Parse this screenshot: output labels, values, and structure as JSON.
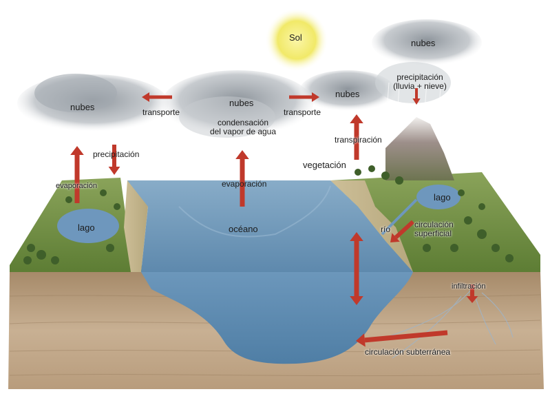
{
  "labels": {
    "sun": "Sol",
    "clouds_left": "nubes",
    "clouds_center": "nubes",
    "clouds_right": "nubes",
    "clouds_top_right": "nubes",
    "transport_left": "transporte",
    "transport_right": "transporte",
    "condensation_line1": "condensación",
    "condensation_line2": "del vapor de agua",
    "precipitation_left": "precipitación",
    "precipitation_right_line1": "precipitación",
    "precipitation_right_line2": "(lluvia + nieve)",
    "transpiration": "transpiración",
    "vegetation": "vegetación",
    "evaporation_left": "evaporación",
    "evaporation_center": "evaporación",
    "lake_left": "lago",
    "lake_right": "lago",
    "ocean": "océano",
    "river": "río",
    "surface_circulation_line1": "circulación",
    "surface_circulation_line2": "superficial",
    "infiltration": "infiltración",
    "groundwater_circulation": "circulación subterránea"
  },
  "colors": {
    "arrow": "#c0392b",
    "sun": "#f2ec6a",
    "ocean": "#6f9bbd",
    "land_green": "#6b8f3e",
    "soil": "#b99d7e"
  }
}
